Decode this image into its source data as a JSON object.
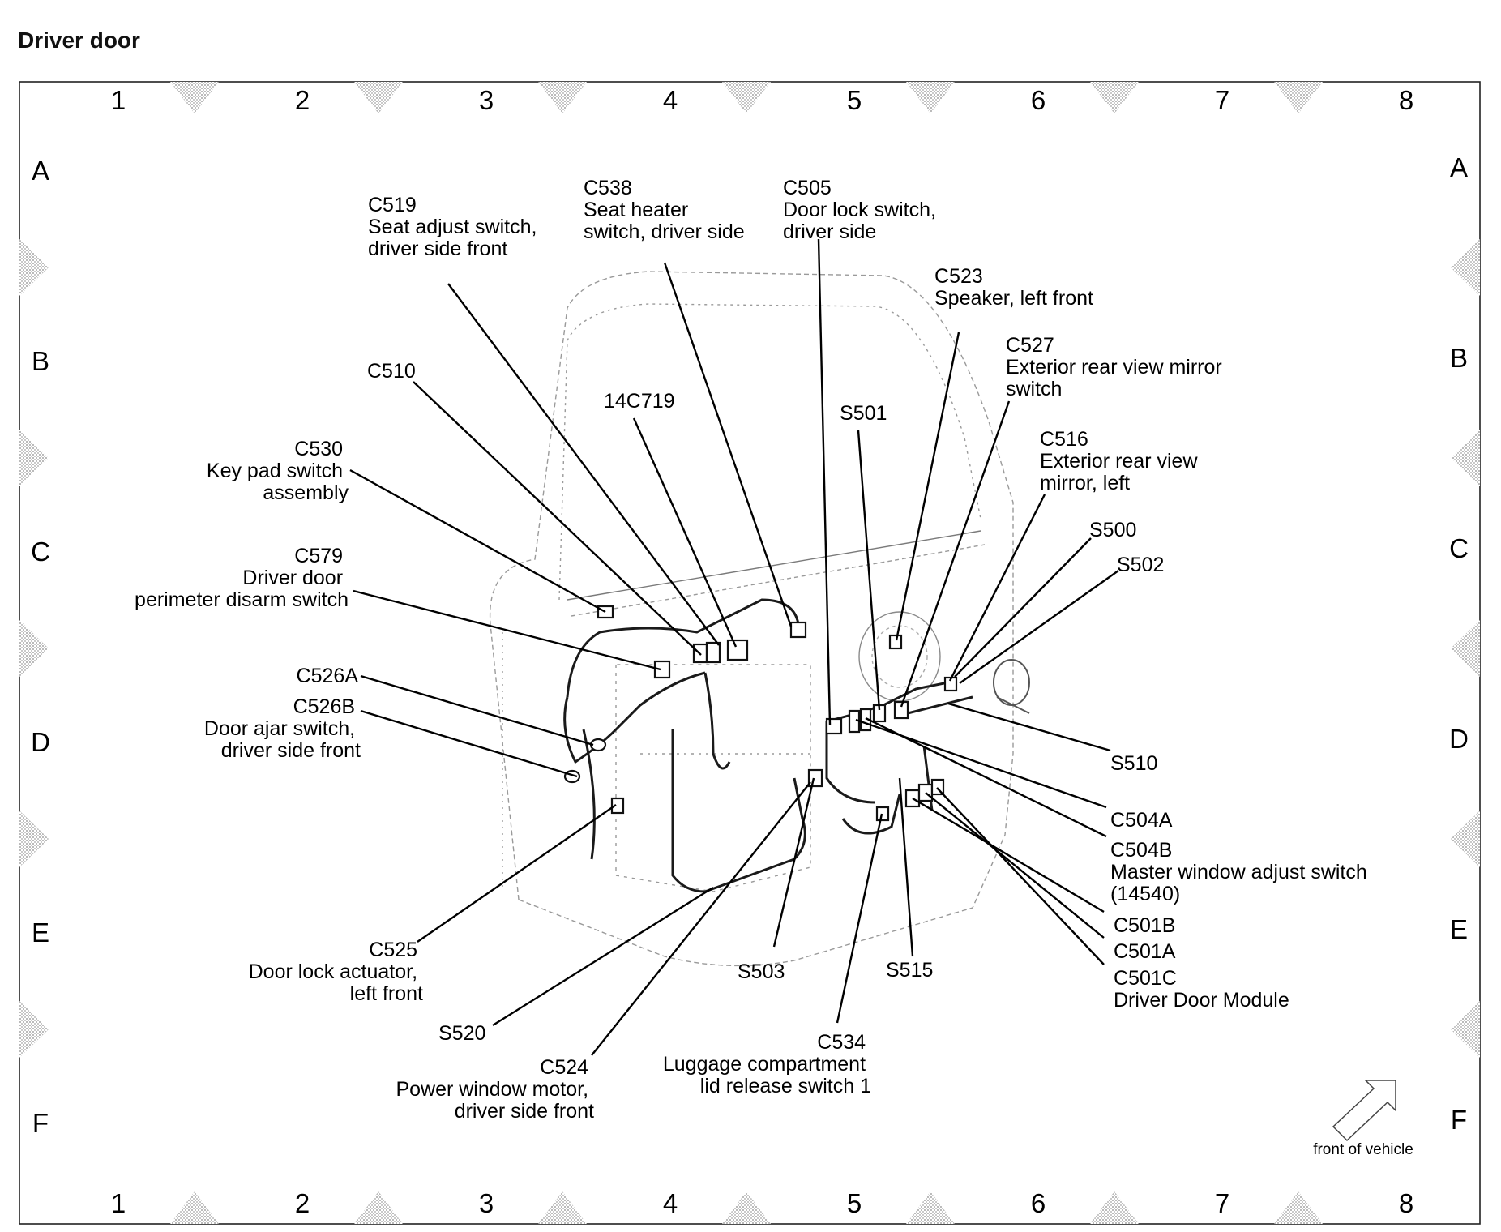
{
  "page_title": "Driver door",
  "grid": {
    "columns": [
      "1",
      "2",
      "3",
      "4",
      "5",
      "6",
      "7",
      "8"
    ],
    "rows": [
      "A",
      "B",
      "C",
      "D",
      "E",
      "F"
    ]
  },
  "callouts": {
    "c519": [
      "C519",
      "Seat adjust switch,",
      "driver side front"
    ],
    "c538": [
      "C538",
      "Seat heater",
      "switch, driver side"
    ],
    "c505": [
      "C505",
      "Door lock switch,",
      "driver side"
    ],
    "c523": [
      "C523",
      "Speaker, left front"
    ],
    "c527": [
      "C527",
      "Exterior rear view mirror",
      "switch"
    ],
    "c510": [
      "C510"
    ],
    "c14c719": [
      "14C719"
    ],
    "s501": [
      "S501"
    ],
    "c516": [
      "C516",
      "Exterior rear view",
      "mirror, left"
    ],
    "c530": [
      "C530",
      "Key pad switch",
      "assembly"
    ],
    "s500": [
      "S500"
    ],
    "s502": [
      "S502"
    ],
    "c579": [
      "C579",
      "Driver door",
      "perimeter disarm switch"
    ],
    "c526a": [
      "C526A"
    ],
    "c526b": [
      "C526B",
      "Door ajar switch,",
      "driver side front"
    ],
    "s510": [
      "S510"
    ],
    "c504a": [
      "C504A"
    ],
    "c504b": [
      "C504B",
      "Master window adjust switch",
      "(14540)"
    ],
    "c501b": [
      "C501B"
    ],
    "c501a": [
      "C501A"
    ],
    "c501c": [
      "C501C",
      "Driver Door Module"
    ],
    "c525": [
      "C525",
      "Door lock actuator,",
      "left front"
    ],
    "s503": [
      "S503"
    ],
    "s515": [
      "S515"
    ],
    "s520": [
      "S520"
    ],
    "c534": [
      "C534",
      "Luggage compartment",
      "lid release switch 1"
    ],
    "c524": [
      "C524",
      "Power window motor,",
      "driver side front"
    ]
  },
  "orientation_label": "front of vehicle"
}
